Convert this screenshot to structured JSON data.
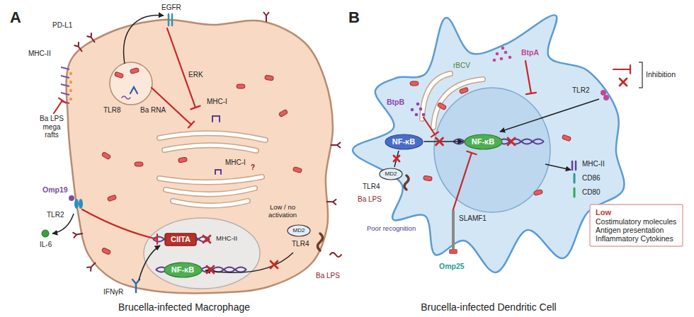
{
  "diagram": {
    "nodes": [
      {
        "text": [
          "CIITA"
        ]
      },
      {
        "text": [
          "NF-κB"
        ]
      },
      {
        "text": [
          "MD2"
        ]
      },
      {
        "text": [
          "NF-κB"
        ]
      },
      {
        "text": [
          "NF-κB"
        ]
      },
      {
        "text": [
          "MD2"
        ]
      },
      {
        "text": [
          "Low",
          "Costimulatory molecules",
          "Antigen presentation",
          "Inflammatory Cytokines"
        ]
      }
    ],
    "edges": [
      {
        "from": 3,
        "to": 4,
        "arrow": "to"
      }
    ],
    "labels": [
      "A",
      "PD-L1",
      "MHC-II",
      "Ba LPS mega rafts",
      "EGFR",
      "TLR8",
      "Ba RNA",
      "ERK",
      "MHC-I",
      "MHC-I",
      "?",
      "MHC-II",
      "Low / no activation",
      "TLR4",
      "Ba LPS",
      "Omp19",
      "TLR2",
      "IL-6",
      "IFNγR",
      "Brucella-infected Macrophage",
      "B",
      "rBCV",
      "BtpA",
      "TLR2",
      "BtpB",
      "TLR4",
      "Ba LPS",
      "Poor recognition",
      "SLAMF1",
      "Omp25",
      "MHC-II",
      "CD86",
      "CD80",
      "Brucella-infected Dendritic Cell"
    ],
    "legend": [
      {
        "text": "Inhibition"
      }
    ]
  }
}
